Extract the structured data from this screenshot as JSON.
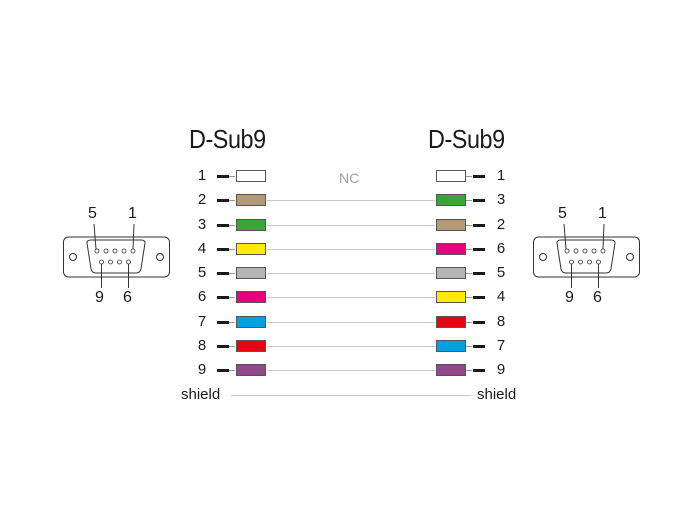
{
  "diagram": {
    "left_title": "D-Sub9",
    "right_title": "D-Sub9",
    "nc_label": "NC",
    "shield_left": "shield",
    "shield_right": "shield",
    "colors": {
      "white": "#ffffff",
      "brown": "#b59a7a",
      "green": "#3aa33a",
      "yellow": "#ffeb00",
      "grey": "#b4b4b4",
      "pink": "#e6007e",
      "blue": "#009fe3",
      "red": "#e30613",
      "violet": "#8e4a8a"
    },
    "rows": [
      {
        "left_pin": "1",
        "left_color": "#ffffff",
        "right_pin": "1",
        "right_color": "#ffffff",
        "connected": false
      },
      {
        "left_pin": "2",
        "left_color": "#b59a7a",
        "right_pin": "3",
        "right_color": "#3aa33a",
        "connected": true
      },
      {
        "left_pin": "3",
        "left_color": "#3aa33a",
        "right_pin": "2",
        "right_color": "#b59a7a",
        "connected": true
      },
      {
        "left_pin": "4",
        "left_color": "#ffeb00",
        "right_pin": "6",
        "right_color": "#e6007e",
        "connected": true
      },
      {
        "left_pin": "5",
        "left_color": "#b4b4b4",
        "right_pin": "5",
        "right_color": "#b4b4b4",
        "connected": true
      },
      {
        "left_pin": "6",
        "left_color": "#e6007e",
        "right_pin": "4",
        "right_color": "#ffeb00",
        "connected": true
      },
      {
        "left_pin": "7",
        "left_color": "#009fe3",
        "right_pin": "8",
        "right_color": "#e30613",
        "connected": true
      },
      {
        "left_pin": "8",
        "left_color": "#e30613",
        "right_pin": "7",
        "right_color": "#009fe3",
        "connected": true
      },
      {
        "left_pin": "9",
        "left_color": "#8e4a8a",
        "right_pin": "9",
        "right_color": "#8e4a8a",
        "connected": true
      }
    ],
    "left_connector": {
      "pin_top_left": "5",
      "pin_top_right": "1",
      "pin_bottom_left": "9",
      "pin_bottom_right": "6"
    },
    "right_connector": {
      "pin_top_left": "5",
      "pin_top_right": "1",
      "pin_bottom_left": "9",
      "pin_bottom_right": "6"
    }
  }
}
